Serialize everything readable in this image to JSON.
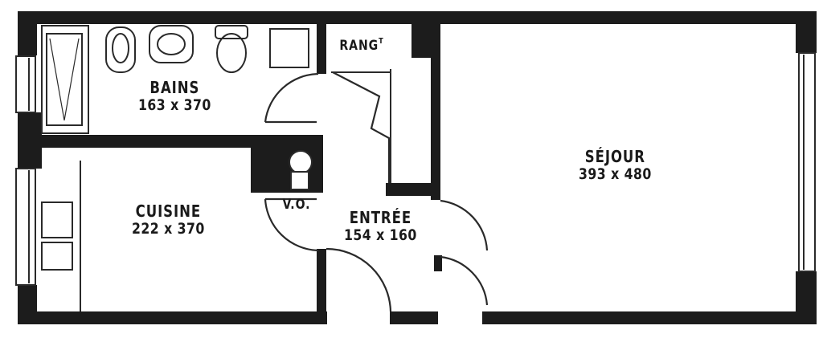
{
  "rooms": {
    "bains": {
      "name": "BAINS",
      "dims": "163 x 370"
    },
    "cuisine": {
      "name": "CUISINE",
      "dims": "222 x 370"
    },
    "entree": {
      "name": "ENTRÉE",
      "dims": "154 x 160"
    },
    "sejour": {
      "name": "SÉJOUR",
      "dims": "393 x 480"
    },
    "rangement": {
      "name": "RANG",
      "sup": "T"
    },
    "vo": {
      "name": "V.O."
    }
  },
  "colors": {
    "wall": "#1c1c1c",
    "line": "#2a2a2a",
    "paper": "#ffffff"
  }
}
